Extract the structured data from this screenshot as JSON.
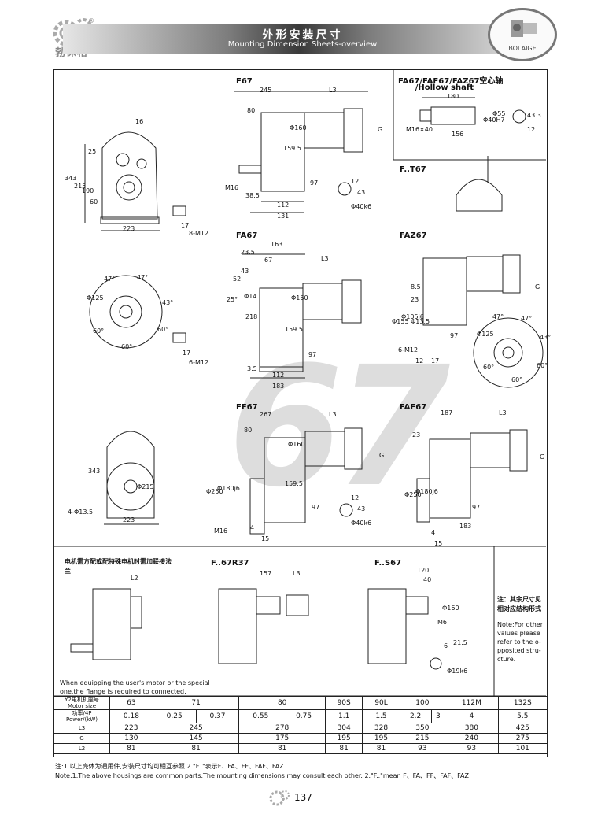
{
  "header": {
    "title_cn": "外形安装尺寸",
    "title_en": "Mounting Dimension Sheets-overview",
    "brand_cn": "勃徕格",
    "brand_en": "BOLAIGE",
    "logo_mark": "®"
  },
  "watermark": "67",
  "views": {
    "f67": "F67",
    "hollow": "FA67/FAF67/FAZ67空心轴",
    "hollow_en": "/Hollow shaft",
    "ft67": "F..T67",
    "fa67": "FA67",
    "faz67": "FAZ67",
    "ff67": "FF67",
    "faf67": "FAF67",
    "f67r37": "F..67R37",
    "fs67": "F..S67"
  },
  "dims": {
    "f67": [
      "245",
      "L3",
      "80",
      "Φ160",
      "159.5",
      "G",
      "97",
      "M16",
      "38.5",
      "112",
      "131",
      "12",
      "43",
      "Φ40k6"
    ],
    "side": [
      "16",
      "25",
      "343",
      "215",
      "190",
      "60",
      "223",
      "17",
      "8-M12"
    ],
    "hollow": [
      "180",
      "M16×40",
      "156",
      "Φ40H7",
      "Φ55",
      "43.3",
      "12"
    ],
    "fa67": [
      "163",
      "23.5",
      "67",
      "L3",
      "43",
      "52",
      "25°",
      "Φ14",
      "Φ160",
      "218",
      "159.5",
      "97",
      "3.5",
      "112",
      "183"
    ],
    "flange": [
      "47°",
      "47°",
      "Φ125",
      "43°",
      "60°",
      "60°",
      "60°",
      "17",
      "6-M12"
    ],
    "faz67": [
      "8.5",
      "23",
      "Φ155",
      "Φ105j6",
      "Φ13.5",
      "6-M12",
      "12",
      "17",
      "97",
      "G"
    ],
    "faz_flange": [
      "47°",
      "47°",
      "Φ125",
      "43°",
      "60°",
      "60°",
      "60°"
    ],
    "ff67": [
      "267",
      "L3",
      "80",
      "Φ160",
      "G",
      "Φ250",
      "Φ180j6",
      "159.5",
      "97",
      "M16",
      "4",
      "15",
      "12",
      "43",
      "Φ40k6"
    ],
    "ff_side": [
      "343",
      "Φ215",
      "4-Φ13.5",
      "223"
    ],
    "faf67": [
      "187",
      "L3",
      "23",
      "G",
      "Φ250",
      "Φ180j6",
      "97",
      "4",
      "183",
      "15"
    ],
    "r37": [
      "157",
      "L3"
    ],
    "s67": [
      "120",
      "40",
      "Φ160",
      "M6",
      "6",
      "21.5",
      "Φ19k6"
    ],
    "l2": [
      "L2"
    ]
  },
  "notes": {
    "special_cn": "电机需方配或配特殊电机时需加联接法兰",
    "special_en": "When equipping the user's motor or the special one,the flange is required to connected.",
    "other_cn": "注：其余尺寸见相对应结构形式",
    "other_en": "Note:For other values please refer to the o-pposited stru-cture."
  },
  "table": {
    "header_cn": "Y2电机机座号",
    "header_en": "Motor size",
    "power_cn": "功率/4P",
    "power_en": "Power/(kW)",
    "sizes": [
      "63",
      "71",
      "80",
      "90S",
      "90L",
      "100",
      "112M",
      "132S"
    ],
    "powers": [
      "0.18",
      "0.25",
      "0.37",
      "0.55",
      "0.75",
      "1.1",
      "1.5",
      "2.2",
      "3",
      "4",
      "5.5"
    ],
    "rows": [
      {
        "name": "L3",
        "values": [
          "223",
          "245",
          "278",
          "304",
          "328",
          "350",
          "380",
          "425"
        ]
      },
      {
        "name": "G",
        "values": [
          "130",
          "145",
          "175",
          "195",
          "195",
          "215",
          "240",
          "275"
        ]
      },
      {
        "name": "L2",
        "values": [
          "81",
          "81",
          "81",
          "81",
          "81",
          "93",
          "93",
          "101"
        ]
      }
    ]
  },
  "footnotes": {
    "cn": "注:1.以上壳体为通用件,安装尺寸均可相互参照    2.\"F..\"表示F、FA、FF、FAF、FAZ",
    "en": "Note:1.The above housings are common parts.The mounting dimensions may consult each other.    2.\"F..\"mean F、FA、FF、FAF、FAZ"
  },
  "page_number": "137"
}
